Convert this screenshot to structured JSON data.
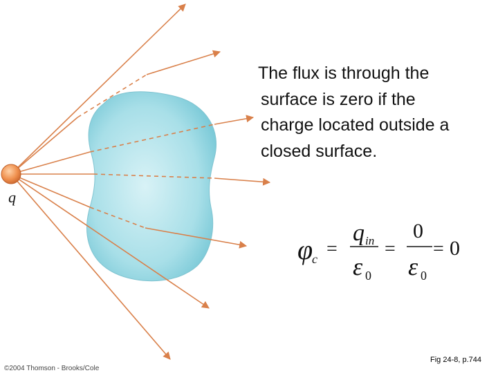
{
  "charge": {
    "label": "q",
    "color": "#e8844a"
  },
  "caption": {
    "lines": [
      "The flux is through the",
      "surface is zero if the",
      "charge located outside a",
      "closed surface."
    ]
  },
  "equation": {
    "phi": "φ",
    "phi_sub": "c",
    "eq1": "=",
    "q": "q",
    "q_sub": "in",
    "eps": "ε",
    "eps_sub": "0",
    "eq2": "=",
    "zero_num": "0",
    "eps2": "ε",
    "eps2_sub": "0",
    "eq3": "=",
    "result": "0"
  },
  "figure_ref": "Fig 24-8, p.744",
  "copyright": "©2004 Thomson - Brooks/Cole",
  "colors": {
    "surface": "#a6dde6",
    "field_line": "#d9804a",
    "text": "#111111"
  }
}
